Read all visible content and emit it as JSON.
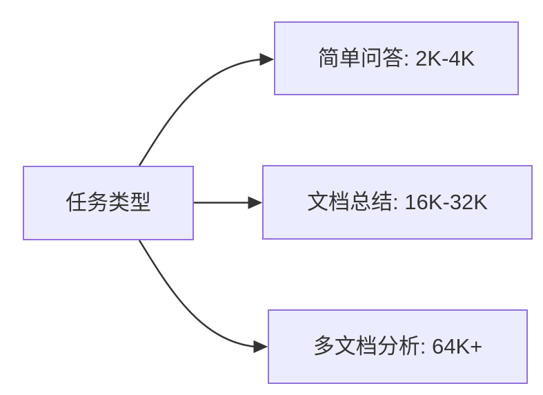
{
  "diagram": {
    "type": "flowchart-left-to-right",
    "root": {
      "label": "任务类型"
    },
    "targets": [
      {
        "id": "simple-qa",
        "label": "简单问答: 2K-4K"
      },
      {
        "id": "doc-summary",
        "label": "文档总结: 16K-32K"
      },
      {
        "id": "multi-doc",
        "label": "多文档分析: 64K+"
      }
    ],
    "edges": [
      {
        "from": "root",
        "to": "simple-qa"
      },
      {
        "from": "root",
        "to": "doc-summary"
      },
      {
        "from": "root",
        "to": "multi-doc"
      }
    ],
    "colors": {
      "node_fill": "#ECECFF",
      "node_border": "#9370DB",
      "edge_stroke": "#333333",
      "label_text": "#333333",
      "background": "#FFFFFF"
    }
  }
}
